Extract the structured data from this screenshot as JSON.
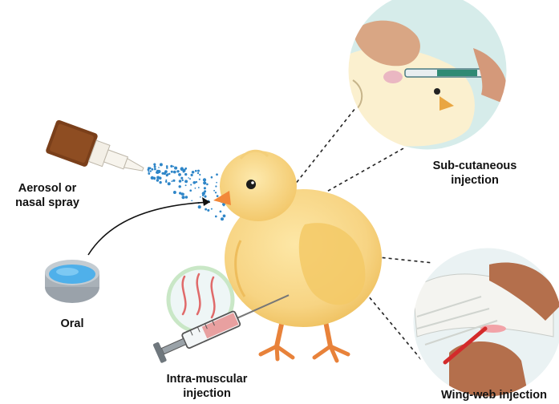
{
  "labels": {
    "aerosol_line1": "Aerosol or",
    "aerosol_line2": "nasal spray",
    "oral": "Oral",
    "subcutaneous_line1": "Sub-cutaneous",
    "subcutaneous_line2": "injection",
    "intramuscular_line1": "Intra-muscular",
    "intramuscular_line2": "injection",
    "wingweb": "Wing-web injection"
  },
  "colors": {
    "chick_body": "#f9d98a",
    "chick_shade": "#f0be5a",
    "beak_legs": "#f2883a",
    "spray_dots": "#2f86c8",
    "oral_liquid": "#4fb0ea",
    "inset_bg": "#cfe6e6",
    "skin": "#d8a080",
    "syringe_fluid": "#e8a0a0"
  },
  "icons": {
    "spray": "nasal-spray-bottle-icon",
    "dish": "water-dish-icon",
    "syringe": "syringe-icon",
    "muscle": "muscle-fiber-icon"
  }
}
